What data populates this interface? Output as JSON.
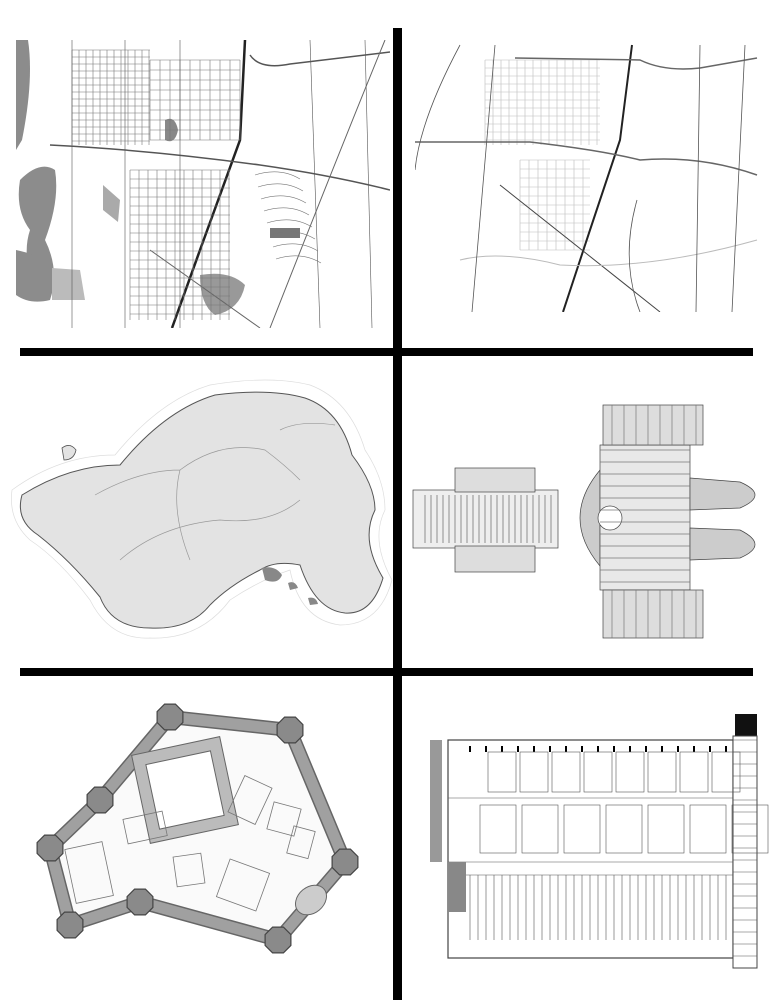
{
  "colors": {
    "divider": "#000000",
    "map_water": "#8c8c8c",
    "map_road": "#333333",
    "map_street": "#777777",
    "island_fill": "#e3e3e3",
    "island_stroke": "#666666",
    "ship_fill": "#d8d8d8",
    "fort_wall": "#9a9a9a",
    "fort_tower": "#8a8a8a",
    "plan_line": "#444444"
  },
  "panels": [
    {
      "id": "city-street-map-detailed"
    },
    {
      "id": "city-street-map-simplified"
    },
    {
      "id": "island-map"
    },
    {
      "id": "spaceship-deck-plan"
    },
    {
      "id": "fortress-plan"
    },
    {
      "id": "building-floor-plan"
    }
  ]
}
